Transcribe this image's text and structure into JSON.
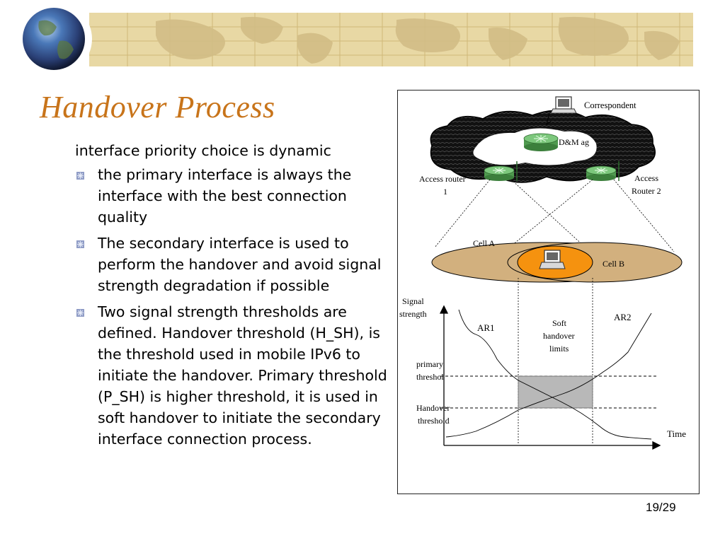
{
  "slide": {
    "title": "Handover Process",
    "intro": "interface priority choice is dynamic",
    "bullets": [
      "the primary interface is always the interface with the best connection quality",
      "The secondary interface is used to perform the handover and avoid signal strength degradation if possible",
      "Two signal strength thresholds are defined. Handover threshold (H_SH), is the threshold used in mobile IPv6 to initiate the handover. Primary threshold (P_SH) is higher threshold, it is used in soft handover to initiate the secondary interface connection process."
    ],
    "page_number": "19/29"
  },
  "diagram": {
    "correspondent": "Correspondent",
    "dm_agent": "D&M ag",
    "access_router_1_line1": "Access router",
    "access_router_1_line2": "1",
    "access_router_2_line1": "Access",
    "access_router_2_line2": "Router 2",
    "cell_a": "Cell A",
    "cell_b": "Cell B",
    "signal_strength_line1": "Signal",
    "signal_strength_line2": "strength",
    "ar1": "AR1",
    "ar2": "AR2",
    "soft_handover_line1": "Soft",
    "soft_handover_line2": "handover",
    "soft_handover_line3": "limits",
    "primary_threshold_line1": "primary",
    "primary_threshold_line2": "threshol",
    "handover_threshold_line1": "Handover",
    "handover_threshold_line2": "threshold",
    "time": "Time"
  },
  "colors": {
    "title": "#c8741a",
    "cell_a_fill": "#d2b07e",
    "cell_b_fill": "#f5920f",
    "router_fill": "#6fb86f",
    "banner_bg": "#e8d8a4"
  }
}
